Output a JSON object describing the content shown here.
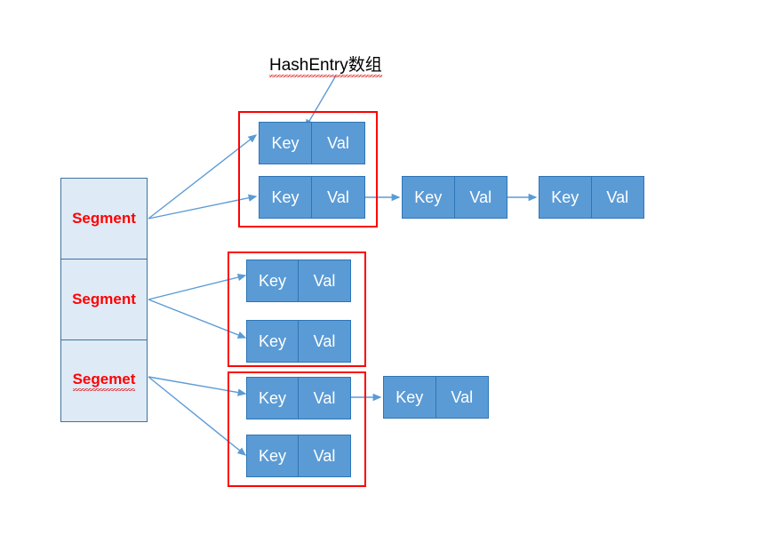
{
  "diagram": {
    "title": "HashEntry数组",
    "title_misspelled": true,
    "segments": [
      {
        "label": "Segment",
        "misspelled": false
      },
      {
        "label": "Segment",
        "misspelled": false
      },
      {
        "label": "Segemet",
        "misspelled": true
      }
    ],
    "node_labels": {
      "key": "Key",
      "val": "Val"
    },
    "groups": [
      {
        "name": "hashentry-array-0",
        "buckets": [
          {
            "chain_length": 1
          },
          {
            "chain_length": 3
          }
        ]
      },
      {
        "name": "hashentry-array-1",
        "buckets": [
          {
            "chain_length": 1
          },
          {
            "chain_length": 1
          }
        ]
      },
      {
        "name": "hashentry-array-2",
        "buckets": [
          {
            "chain_length": 2
          },
          {
            "chain_length": 1
          }
        ]
      }
    ],
    "colors": {
      "node_fill": "#5B9BD5",
      "node_border": "#2E75B6",
      "segment_fill": "#DEEAF6",
      "segment_border": "#41719C",
      "segment_text": "#FF0000",
      "group_border": "#FF0000",
      "arrow": "#5B9BD5",
      "node_text": "#FFFFFF",
      "title_text": "#000000",
      "background": "#FFFFFF"
    }
  }
}
